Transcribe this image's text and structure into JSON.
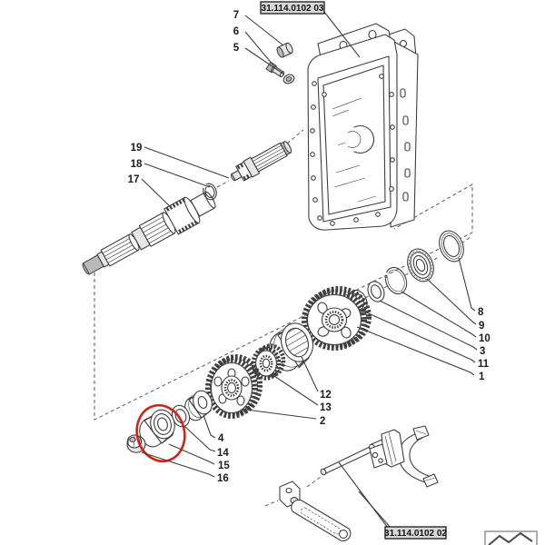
{
  "diagram_type": "exploded-parts-drawing",
  "ref_labels": {
    "top": "31.114.0102 03",
    "bottom": "31.114.0102 02"
  },
  "callouts": {
    "c1": "1",
    "c2": "2",
    "c3": "3",
    "c4": "4",
    "c5": "5",
    "c6": "6",
    "c7": "7",
    "c8": "8",
    "c9": "9",
    "c10": "10",
    "c11": "11",
    "c12": "12",
    "c13": "13",
    "c14": "14",
    "c15": "15",
    "c16": "16",
    "c17": "17",
    "c18": "18",
    "c19": "19"
  },
  "highlight": {
    "circled_callout": "15",
    "color": "#ce2418"
  },
  "colors": {
    "line": "#3f3f3f",
    "background": "#ffffff",
    "label_bg": "#d8d8d8",
    "label_border": "#1a1a1a"
  },
  "icons": {
    "logo": "chevron-emblem-icon"
  }
}
